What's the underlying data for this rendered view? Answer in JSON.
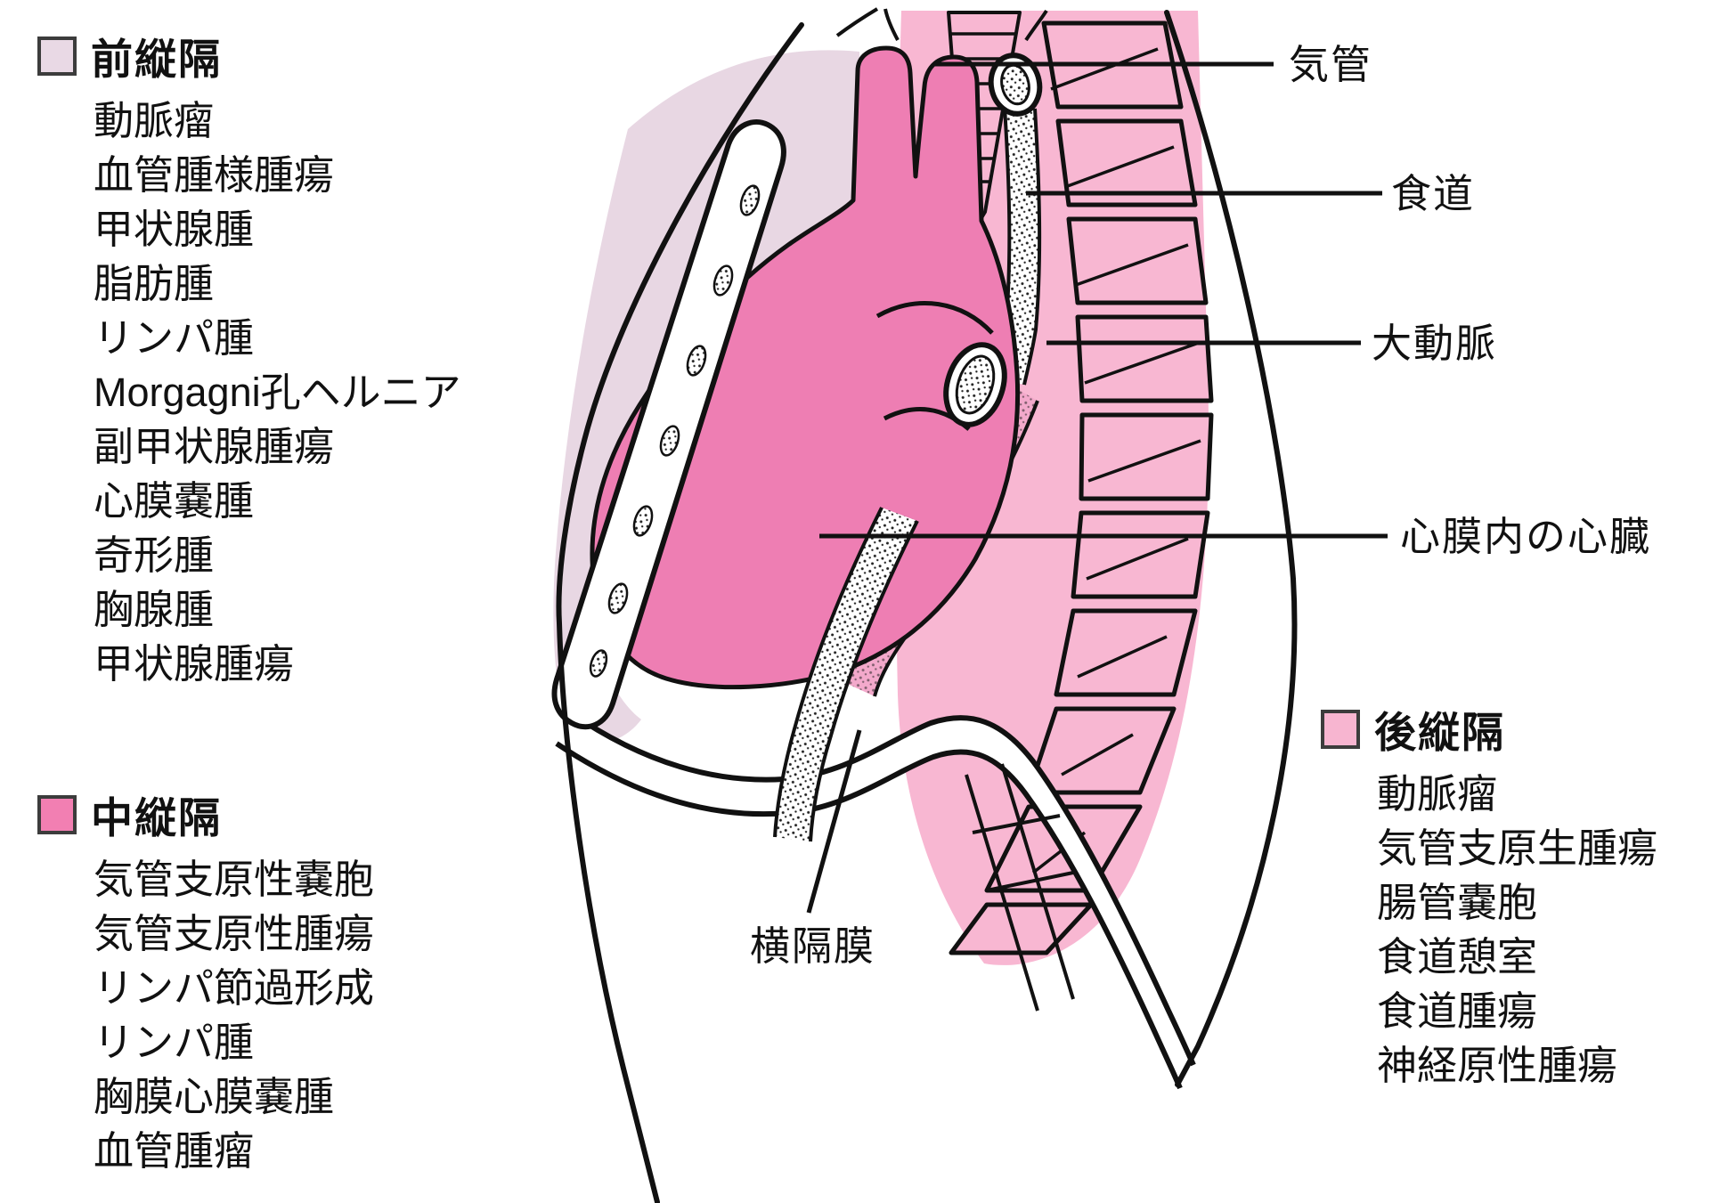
{
  "legends": {
    "anterior": {
      "title": "前縦隔",
      "swatch_color": "#e9d9e5",
      "items": [
        "動脈瘤",
        "血管腫様腫瘍",
        "甲状腺腫",
        "脂肪腫",
        "リンパ腫",
        "Morgagni孔ヘルニア",
        "副甲状腺腫瘍",
        "心膜嚢腫",
        "奇形腫",
        "胸腺腫",
        "甲状腺腫瘍"
      ]
    },
    "middle": {
      "title": "中縦隔",
      "swatch_color": "#f27fb2",
      "items": [
        "気管支原性嚢胞",
        "気管支原性腫瘍",
        "リンパ節過形成",
        "リンパ腫",
        "胸膜心膜嚢腫",
        "血管腫瘤"
      ]
    },
    "posterior": {
      "title": "後縦隔",
      "swatch_color": "#f7b5d0",
      "items": [
        "動脈瘤",
        "気管支原生腫瘍",
        "腸管嚢胞",
        "食道憩室",
        "食道腫瘍",
        "神経原性腫瘍"
      ]
    }
  },
  "anatomy_labels": {
    "trachea": "気管",
    "esophagus": "食道",
    "aorta": "大動脈",
    "heart": "心膜内の心臓",
    "diaphragm": "横隔膜"
  },
  "colors": {
    "anterior_region": "#e8d7e3",
    "middle_region": "#ee7eb3",
    "posterior_region": "#f8b7d2",
    "aorta_band": "#f3a9cb",
    "outline": "#111111",
    "background": "#ffffff"
  }
}
